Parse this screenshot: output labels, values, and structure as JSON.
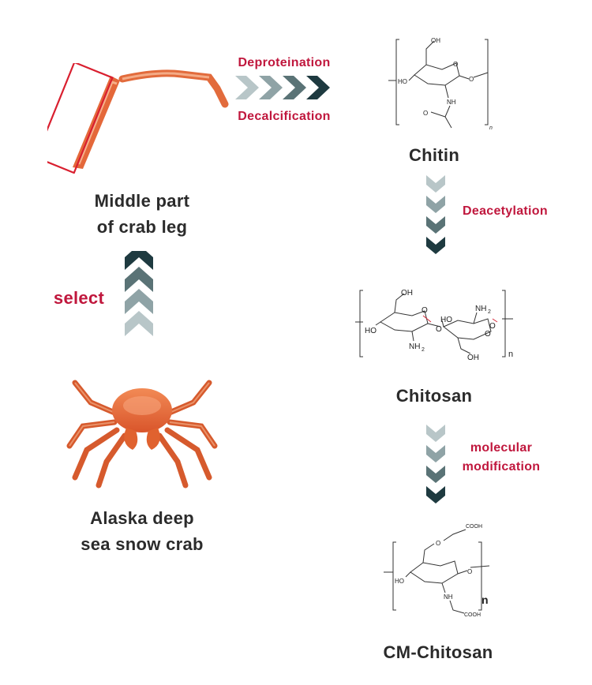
{
  "steps": {
    "crab": {
      "label_line1": "Alaska deep",
      "label_line2": "sea snow crab"
    },
    "leg": {
      "label_line1": "Middle part",
      "label_line2": "of crab leg"
    },
    "select": {
      "label": "select"
    },
    "chitin": {
      "label": "Chitin"
    },
    "chitosan": {
      "label": "Chitosan"
    },
    "cm_chitosan": {
      "label": "CM-Chitosan"
    }
  },
  "processes": {
    "deproteination": "Deproteination",
    "decalcification": "Decalcification",
    "deacetylation": "Deacetylation",
    "modification_line1": "molecular",
    "modification_line2": "modification"
  },
  "structures": {
    "chitin": {
      "oh_top": "OH",
      "ho_left": "HO",
      "o_ring": "O",
      "o_link": "O",
      "nh": "NH",
      "o_carbonyl": "O",
      "n": "n"
    },
    "chitosan": {
      "oh_top": "OH",
      "ho_left": "HO",
      "o1": "O",
      "o2": "O",
      "nh2_a": "NH",
      "nh2_b": "NH",
      "sub2": "2",
      "ho_right": "HO",
      "o3": "O",
      "o4": "O",
      "oh_bottom": "OH",
      "n": "n"
    },
    "cm_chitosan": {
      "cooh_top": "COOH",
      "o_ether": "O",
      "o_ring": "O",
      "ho_left": "HO",
      "nh": "NH",
      "cooh_bottom": "COOH",
      "n": "n"
    }
  },
  "colors": {
    "accent_red": "#c0173d",
    "arrow_dark": "#1e3a40",
    "arrow_light": "#b8c6c8",
    "crab_orange": "#e86a3a"
  }
}
